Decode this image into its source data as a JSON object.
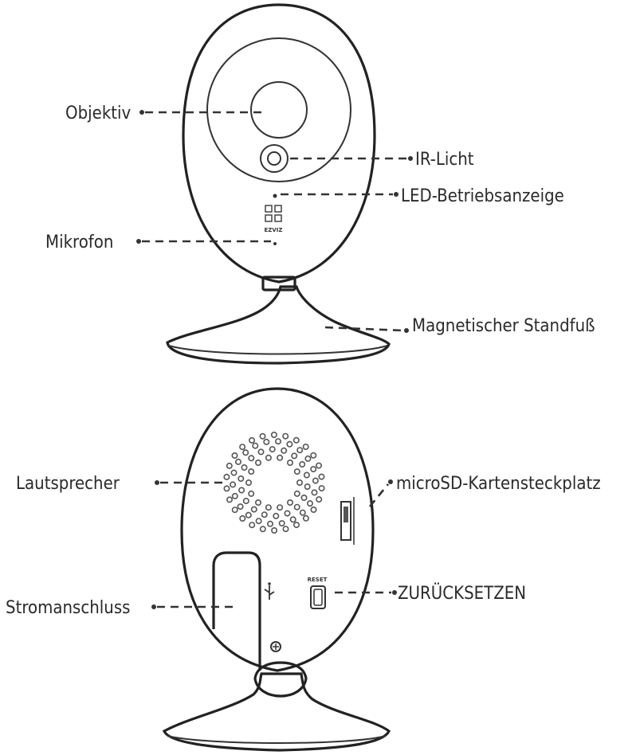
{
  "labels": {
    "lens": "Objektiv",
    "ir_light": "IR-Licht",
    "led_indicator": "LED-Betriebsanzeige",
    "microphone": "Mikrofon",
    "magnetic_stand": "Magnetischer Standfuß",
    "speaker": "Lautsprecher",
    "microsd_slot": "microSD-Kartensteckplatz",
    "power_port": "Stromanschluss",
    "reset": "ZURÜCKSETZEN"
  },
  "markings": {
    "brand": "EZVIZ",
    "reset_button": "RESET"
  }
}
